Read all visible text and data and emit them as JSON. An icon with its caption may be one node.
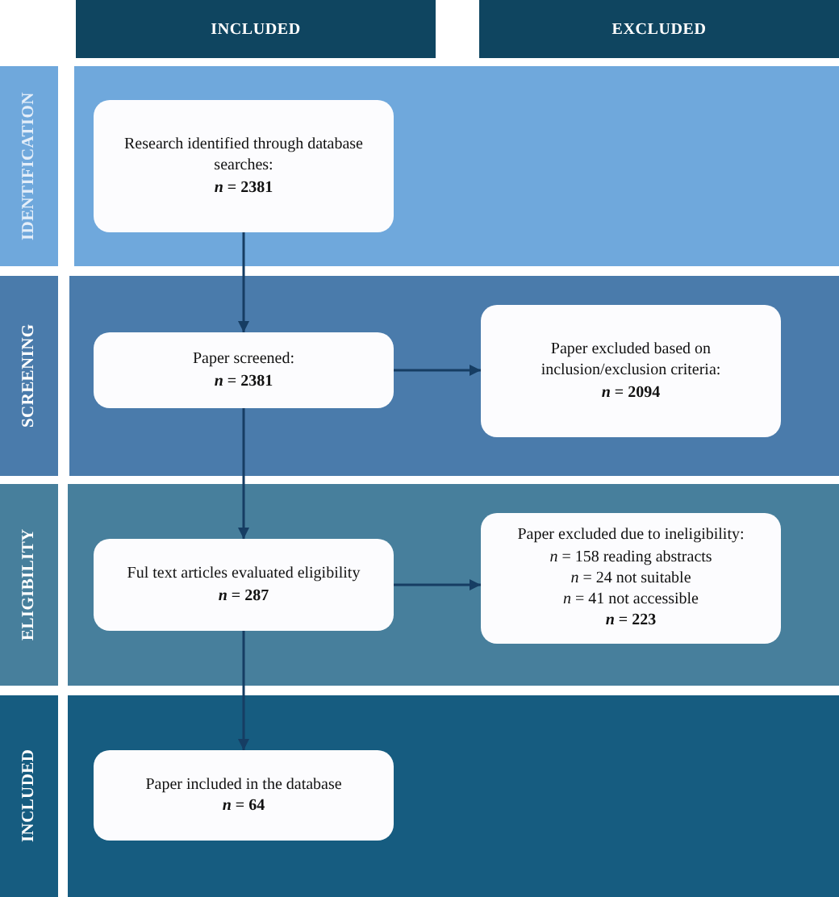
{
  "diagram": {
    "nodes": [
      {
        "text": [
          "INCLUDED"
        ]
      },
      {
        "text": [
          "EXCLUDED"
        ]
      },
      {
        "text": [
          "IDENTIFICATION"
        ]
      },
      {
        "text": [
          "Research identified through database searches:",
          "*n* = 2381"
        ],
        "in": 2
      },
      {
        "text": [
          "SCREENING"
        ]
      },
      {
        "text": [
          "Paper screened:",
          "*n* = 2381"
        ],
        "in": 4
      },
      {
        "text": [
          "Paper excluded based on inclusion/exclusion criteria:",
          "*n* = 2094"
        ],
        "in": 4
      },
      {
        "text": [
          "ELIGIBILITY"
        ]
      },
      {
        "text": [
          "Ful text articles evaluated eligibility",
          "*n* = 287"
        ],
        "in": 7
      },
      {
        "text": [
          "Paper excluded due to ineligibility:",
          "*n* = 158 reading abstracts",
          "*n* = 24 not suitable",
          "*n* = 41 not accessible",
          "*n* = 223"
        ],
        "in": 7
      },
      {
        "text": [
          "INCLUDED"
        ]
      },
      {
        "text": [
          "Paper included in the database",
          "*n* = 64"
        ],
        "in": 10
      }
    ],
    "edges": [
      {
        "from": 3,
        "to": 5,
        "arrow": "to"
      },
      {
        "from": 5,
        "to": 6,
        "arrow": "to"
      },
      {
        "from": 5,
        "to": 8,
        "arrow": "to"
      },
      {
        "from": 8,
        "to": 9,
        "arrow": "to"
      },
      {
        "from": 8,
        "to": 11,
        "arrow": "to"
      }
    ]
  }
}
